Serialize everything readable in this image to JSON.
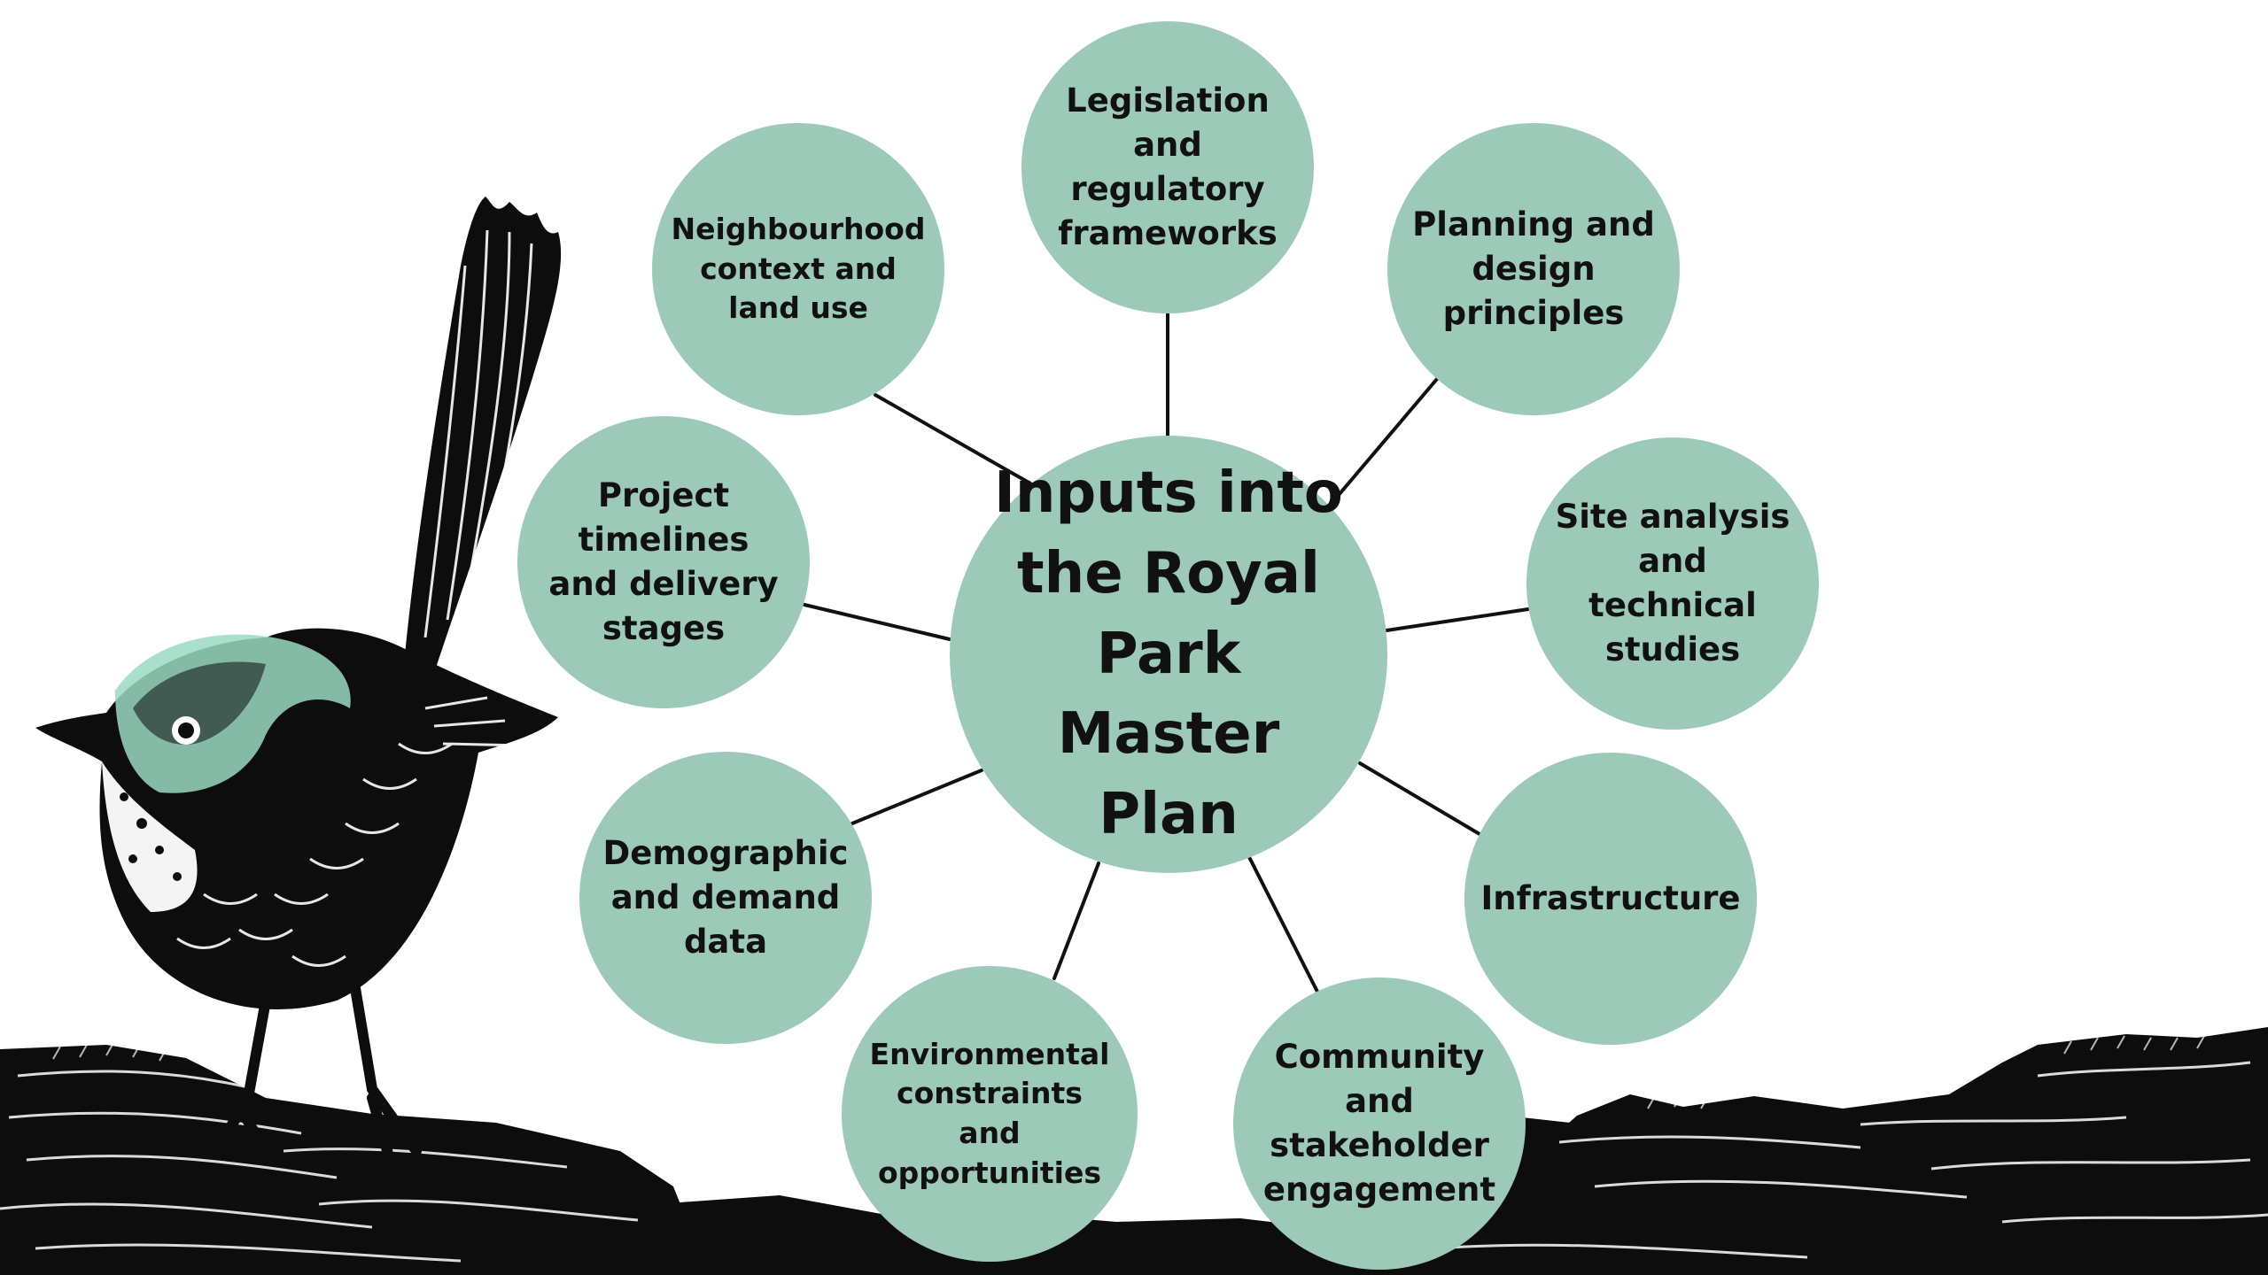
{
  "diagram": {
    "center": {
      "label": "Inputs into the Royal Park Master Plan"
    },
    "nodes": [
      {
        "id": "legislation",
        "label": "Legislation and regulatory frameworks"
      },
      {
        "id": "planning",
        "label": "Planning and design principles"
      },
      {
        "id": "site-analysis",
        "label": "Site analysis and technical studies"
      },
      {
        "id": "infrastructure",
        "label": "Infrastructure"
      },
      {
        "id": "community",
        "label": "Community and stakeholder engagement"
      },
      {
        "id": "environmental",
        "label": "Environmental constraints and opportunities"
      },
      {
        "id": "demographic",
        "label": "Demographic and demand data"
      },
      {
        "id": "timelines",
        "label": "Project timelines and delivery stages"
      },
      {
        "id": "neighbourhood",
        "label": "Neighbourhood context and land use"
      }
    ],
    "colors": {
      "node_fill": "#9dcab8",
      "line": "#111111",
      "ink": "#111111",
      "accent": "#9ad9c2"
    }
  }
}
